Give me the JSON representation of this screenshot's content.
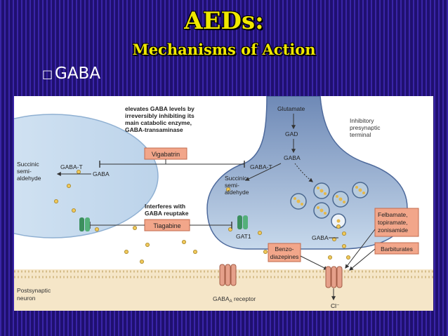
{
  "title": "AEDs:",
  "subtitle": "Mechanisms of Action",
  "bullet_marker": "□",
  "bullet_text": "GABA",
  "diagram": {
    "vigabatrin_note": [
      "elevates GABA levels by",
      "irreversibly inhibiting its",
      "main catabolic enzyme,",
      "GABA-transaminase"
    ],
    "vigabatrin": "Vigabatrin",
    "tiagabine_note": [
      "Interferes with",
      "GABA reuptake"
    ],
    "tiagabine": "Tiagabine",
    "glial_succinic": [
      "Succinic",
      "semi-",
      "aldehyde"
    ],
    "glial_gabat": "GABA-T",
    "glial_gaba": "GABA",
    "glutamate": "Glutamate",
    "gad": "GAD",
    "pre_gaba": "GABA",
    "pre_gabat": "GABA-T",
    "pre_succinic": [
      "Succinic",
      "semi-",
      "aldehyde"
    ],
    "inhibitory": [
      "Inhibitory",
      "presynaptic",
      "terminal"
    ],
    "felbamate": [
      "Felbamate,",
      "topiramate,",
      "zonisamide"
    ],
    "barbiturates": "Barbiturates",
    "benzo": [
      "Benzo-",
      "diazepines"
    ],
    "gat1": "GAT1",
    "cleft_gaba": "GABA",
    "postsynaptic": [
      "Postsynaptic",
      "neuron"
    ],
    "receptor": "GABA",
    "receptor_sub": "A",
    "receptor_suffix": " receptor",
    "chloride": "Cl⁻"
  },
  "colors": {
    "title": "#f0e800",
    "background": "#23137a",
    "drug_box": "#f2a68a",
    "cell": "#cfe2f1",
    "membrane": "#f3e3c4"
  }
}
